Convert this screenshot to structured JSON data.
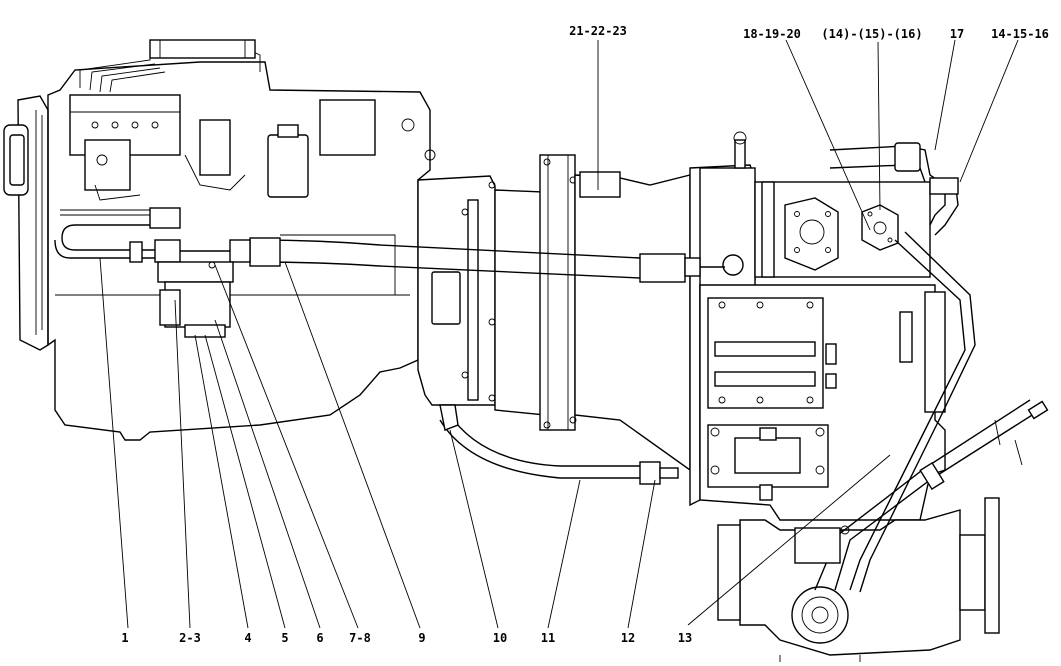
{
  "callouts": {
    "c1": "1",
    "c2_3": "2-3",
    "c4": "4",
    "c5": "5",
    "c6": "6",
    "c7_8": "7-8",
    "c9": "9",
    "c10": "10",
    "c11": "11",
    "c12": "12",
    "c13": "13",
    "c21_22_23": "21-22-23",
    "c18_19_20": "18-19-20",
    "c14_15_16_paren": "(14)-(15)-(16)",
    "c17": "17",
    "c14_15_16": "14-15-16"
  }
}
